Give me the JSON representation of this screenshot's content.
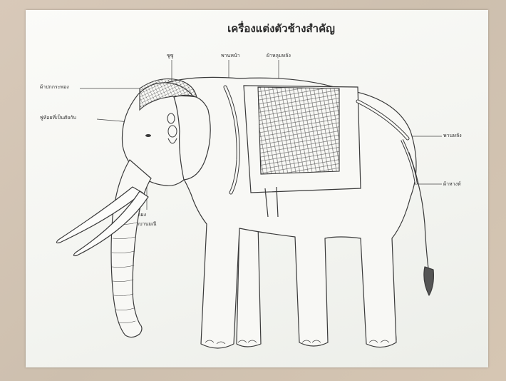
{
  "diagram": {
    "title": "เครื่องแต่งตัวช้างสำคัญ",
    "labels": {
      "top_head": "ผ้าปกกระพอง",
      "forehead": "พู่ห้อยที่เป็นศัยกับ",
      "neck_ornament": "ซูซู",
      "front_girth": "พานหน้า",
      "saddle_cloth": "ผ้าหลุมหลัง",
      "rear_girth": "พานหลัง",
      "tail_band": "ผ้าหางห์",
      "chest_l1": "แผง",
      "chest_l2": "สาบานมณี"
    }
  }
}
